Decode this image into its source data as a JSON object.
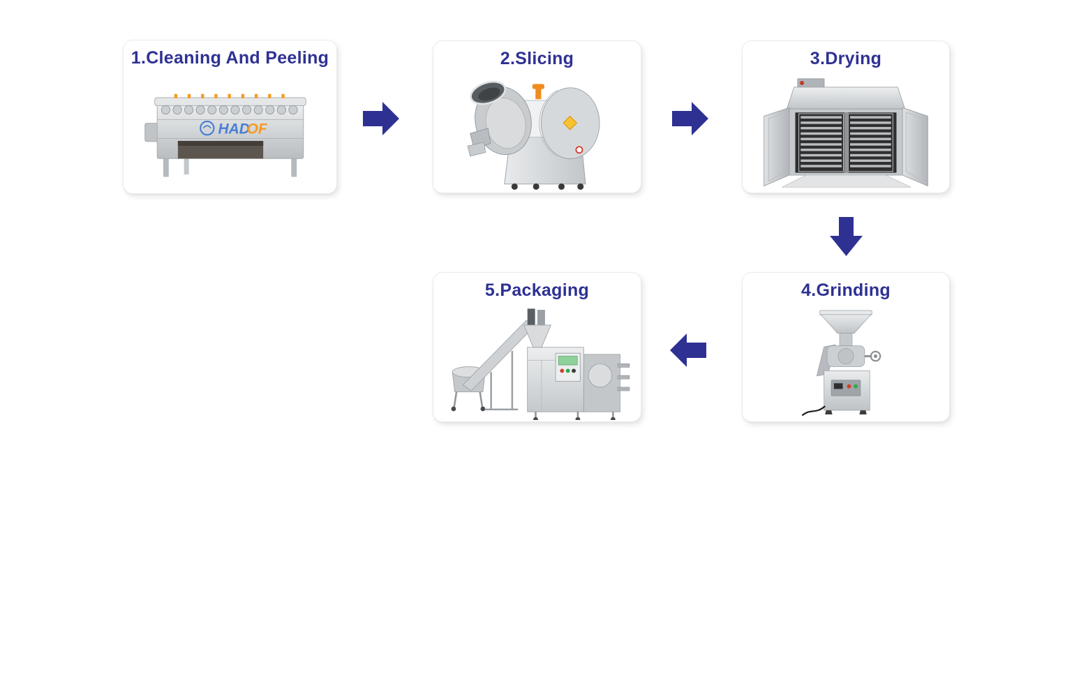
{
  "colors": {
    "page_bg": "#ffffff",
    "card_bg": "#ffffff",
    "card_border": "#ececec",
    "step_title": "#2e3192",
    "arrow": "#2e3192",
    "logo_blue": "#4a7fd4",
    "logo_orange": "#f59a23",
    "machine_accent_orange": "#f08c1e",
    "machine_silver": "#d3d6d8"
  },
  "diagram": {
    "type": "process-flow",
    "steps": [
      {
        "order": 1,
        "label": "1.Cleaning And Peeling",
        "machine_icon": "brush-cleaning-peeling-machine",
        "watermark": {
          "blue": "HAD",
          "orange": "OF"
        }
      },
      {
        "order": 2,
        "label": "2.Slicing",
        "machine_icon": "multifunction-slicing-machine"
      },
      {
        "order": 3,
        "label": "3.Drying",
        "machine_icon": "tray-drying-oven"
      },
      {
        "order": 4,
        "label": "4.Grinding",
        "machine_icon": "powder-grinding-machine"
      },
      {
        "order": 5,
        "label": "5.Packaging",
        "machine_icon": "pouch-packaging-line"
      }
    ],
    "arrows": [
      {
        "from_step": 1,
        "to_step": 2,
        "direction": "right"
      },
      {
        "from_step": 2,
        "to_step": 3,
        "direction": "right"
      },
      {
        "from_step": 3,
        "to_step": 4,
        "direction": "down"
      },
      {
        "from_step": 4,
        "to_step": 5,
        "direction": "left"
      }
    ]
  }
}
